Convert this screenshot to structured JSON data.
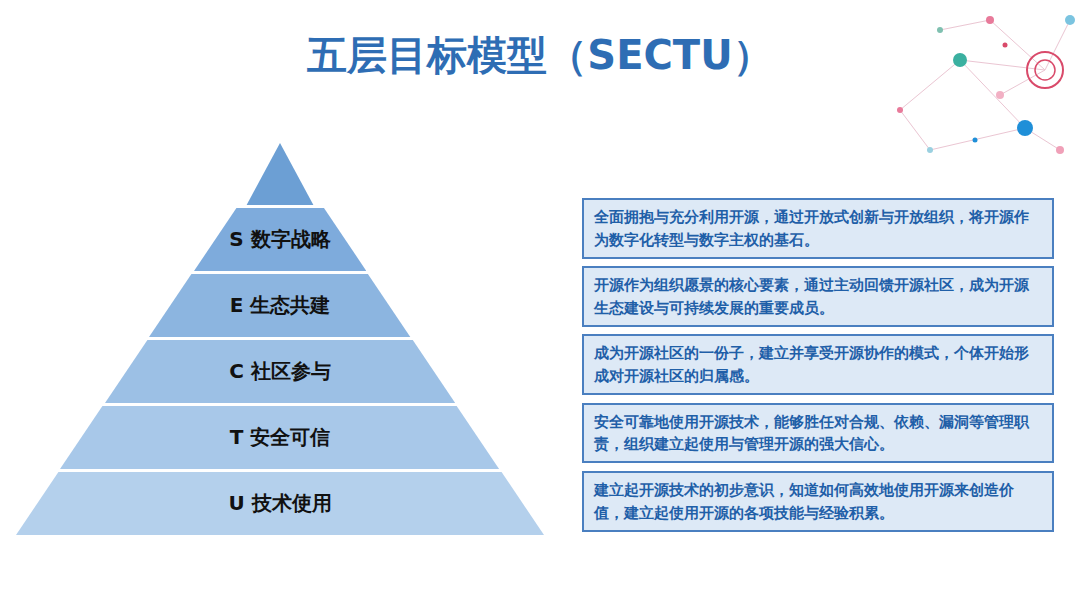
{
  "diagram": {
    "title": "五层目标模型（SECTU）",
    "nodes": [
      {
        "text": [
          "S 数字战略"
        ]
      },
      {
        "text": [
          "全面拥抱与充分利用开源，通过开放式创新与开放组织，将开源作为数字化转型与数字主权的基石。"
        ]
      },
      {
        "text": [
          "E 生态共建"
        ]
      },
      {
        "text": [
          "开源作为组织愿景的核心要素，通过主动回馈开源社区，成为开源生态建设与可持续发展的重要成员。"
        ]
      },
      {
        "text": [
          "C 社区参与"
        ]
      },
      {
        "text": [
          "成为开源社区的一份子，建立并享受开源协作的模式，个体开始形成对开源社区的归属感。"
        ]
      },
      {
        "text": [
          "T 安全可信"
        ]
      },
      {
        "text": [
          "安全可靠地使用开源技术，能够胜任对合规、依赖、漏洞等管理职责，组织建立起使用与管理开源的强大信心。"
        ]
      },
      {
        "text": [
          "U 技术使用"
        ]
      },
      {
        "text": [
          "建立起开源技术的初步意识，知道如何高效地使用开源来创造价值，建立起使用开源的各项技能与经验积累。"
        ]
      }
    ]
  }
}
